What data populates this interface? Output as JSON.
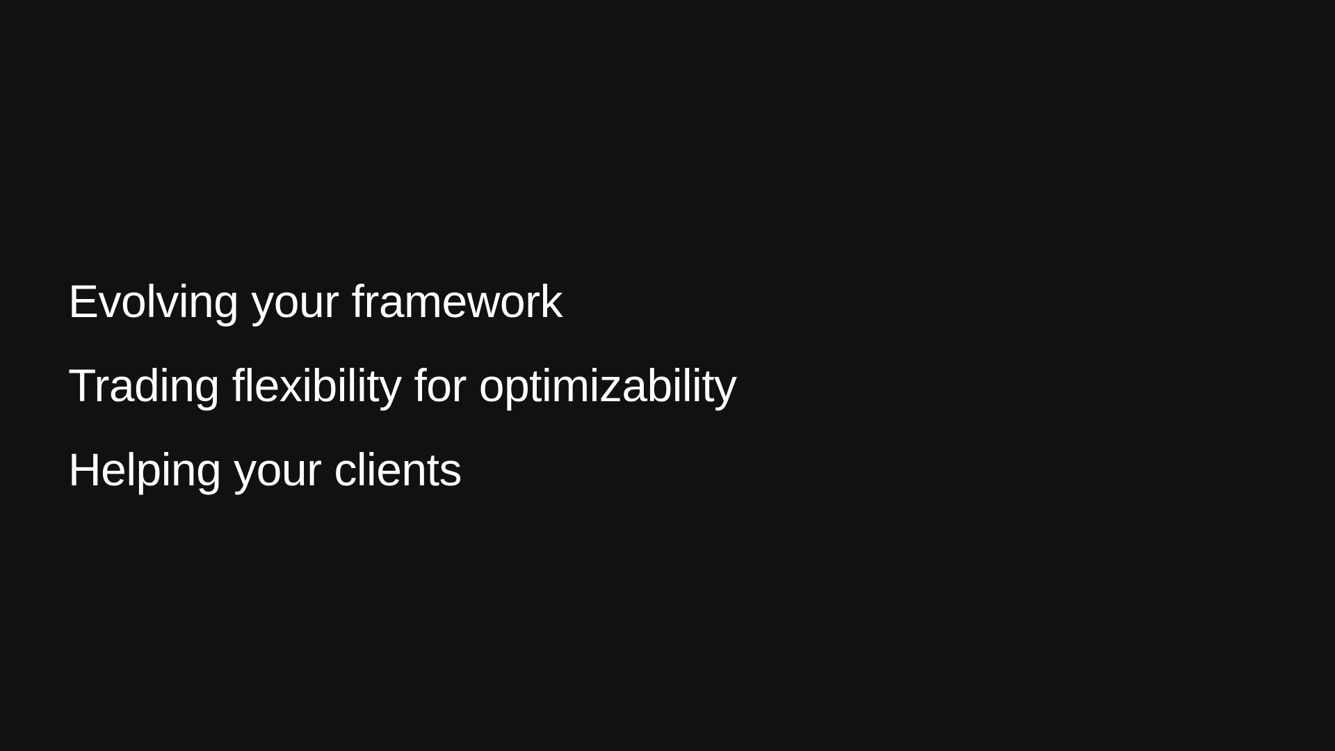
{
  "slide": {
    "background_color": "#121011",
    "text_color": "#ffffff",
    "items": [
      {
        "label": "Evolving your framework"
      },
      {
        "label": "Trading flexibility for optimizability"
      },
      {
        "label": "Helping your clients"
      }
    ]
  }
}
